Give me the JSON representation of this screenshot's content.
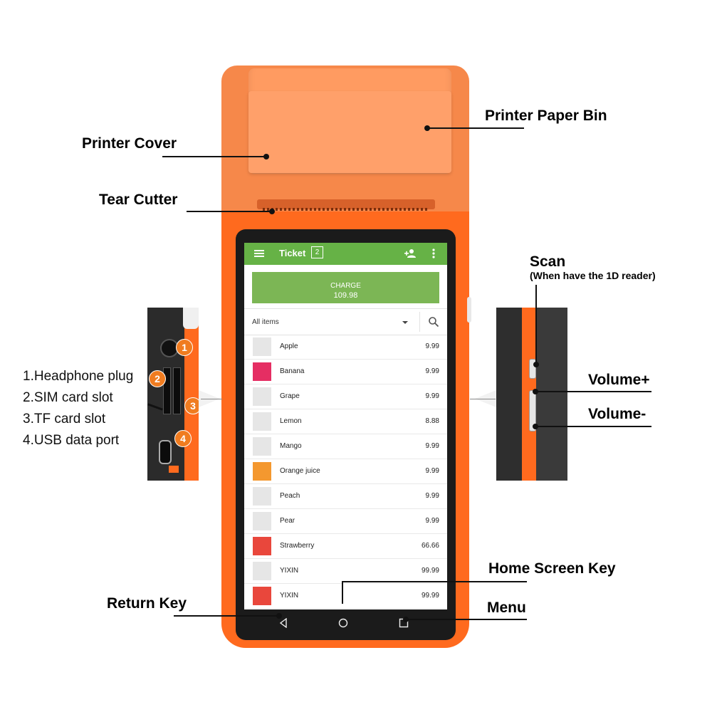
{
  "labels": {
    "printer_cover": "Printer Cover",
    "printer_paper_bin": "Printer Paper Bin",
    "tear_cutter": "Tear Cutter",
    "scan": "Scan",
    "scan_note": "(When have the 1D reader)",
    "volume_up": "Volume+",
    "volume_down": "Volume-",
    "home_screen_key": "Home Screen Key",
    "return_key": "Return Key",
    "menu": "Menu"
  },
  "ports": [
    {
      "text": "1.Headphone plug"
    },
    {
      "text": "2.SIM card slot"
    },
    {
      "text": "3.TF card slot"
    },
    {
      "text": "4.USB data port"
    }
  ],
  "badges": [
    "1",
    "2",
    "3",
    "4"
  ],
  "screen": {
    "appbar": {
      "title": "Ticket",
      "ticket_count": "2",
      "color": "#66b246",
      "icons": [
        "menu-icon",
        "add-person-icon",
        "more-vert-icon"
      ]
    },
    "charge": {
      "label": "CHARGE",
      "amount": "109.98",
      "color": "#7cb655"
    },
    "filter": {
      "selected": "All items",
      "icons": [
        "chevron-down-icon",
        "search-icon"
      ]
    },
    "items": [
      {
        "name": "Apple",
        "price": "9.99",
        "color": "#e6e6e6"
      },
      {
        "name": "Banana",
        "price": "9.99",
        "color": "#e52e63"
      },
      {
        "name": "Grape",
        "price": "9.99",
        "color": "#e6e6e6"
      },
      {
        "name": "Lemon",
        "price": "8.88",
        "color": "#e6e6e6"
      },
      {
        "name": "Mango",
        "price": "9.99",
        "color": "#e6e6e6"
      },
      {
        "name": "Orange juice",
        "price": "9.99",
        "color": "#f4982f"
      },
      {
        "name": "Peach",
        "price": "9.99",
        "color": "#e6e6e6"
      },
      {
        "name": "Pear",
        "price": "9.99",
        "color": "#e6e6e6"
      },
      {
        "name": "Strawberry",
        "price": "66.66",
        "color": "#e9473c"
      },
      {
        "name": "YIXIN",
        "price": "99.99",
        "color": "#e6e6e6"
      },
      {
        "name": "YIXIN",
        "price": "99.99",
        "color": "#e9473c"
      }
    ],
    "navbar_icons": [
      "back-icon",
      "home-icon",
      "recent-apps-icon"
    ]
  },
  "device_colors": {
    "body": "#ff6a1e",
    "printer": "#f6884a"
  }
}
